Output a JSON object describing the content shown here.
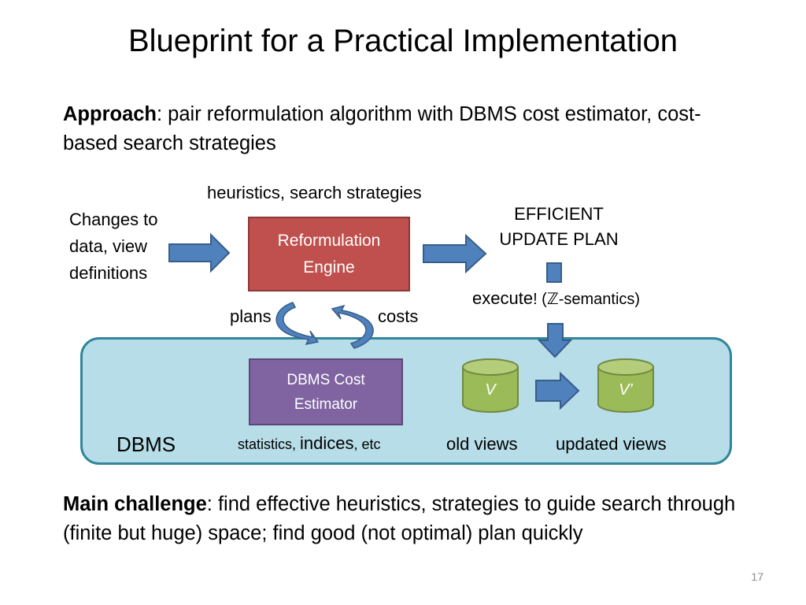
{
  "slide": {
    "title": "Blueprint for a Practical Implementation",
    "approach_label": "Approach",
    "approach_text": ": pair reformulation algorithm with DBMS cost estimator, cost-based search strategies",
    "main_challenge_label": "Main challenge",
    "main_challenge_text": ": find effective heuristics, strategies to guide search through (finite but huge) space; find good (not optimal) plan quickly",
    "page_number": "17"
  },
  "diagram": {
    "heuristics_label": "heuristics, search strategies",
    "changes_label": "Changes to data, view definitions",
    "reformulation_engine": "Reformulation Engine",
    "efficient_plan_label": "EFFICIENT UPDATE PLAN",
    "execute_label": "execute",
    "execute_suffix": "! (ℤ-semantics)",
    "plans_label": "plans",
    "costs_label": "costs",
    "dbms_label": "DBMS",
    "estimator_label": "DBMS Cost Estimator",
    "statistics_label": "statistics, ",
    "indices_label": "indices",
    "etc_label": ", etc",
    "old_view_symbol": "V",
    "new_view_symbol": "V’",
    "old_views_label": "old views",
    "updated_views_label": "updated views"
  },
  "colors": {
    "arrow_fill": "#4f81bd",
    "arrow_stroke": "#385d8a",
    "engine_fill": "#c0504d",
    "estimator_fill": "#8064a2",
    "dbms_panel_fill": "#b7dde8",
    "dbms_panel_border": "#31859c",
    "cylinder_fill": "#9bbb59"
  }
}
